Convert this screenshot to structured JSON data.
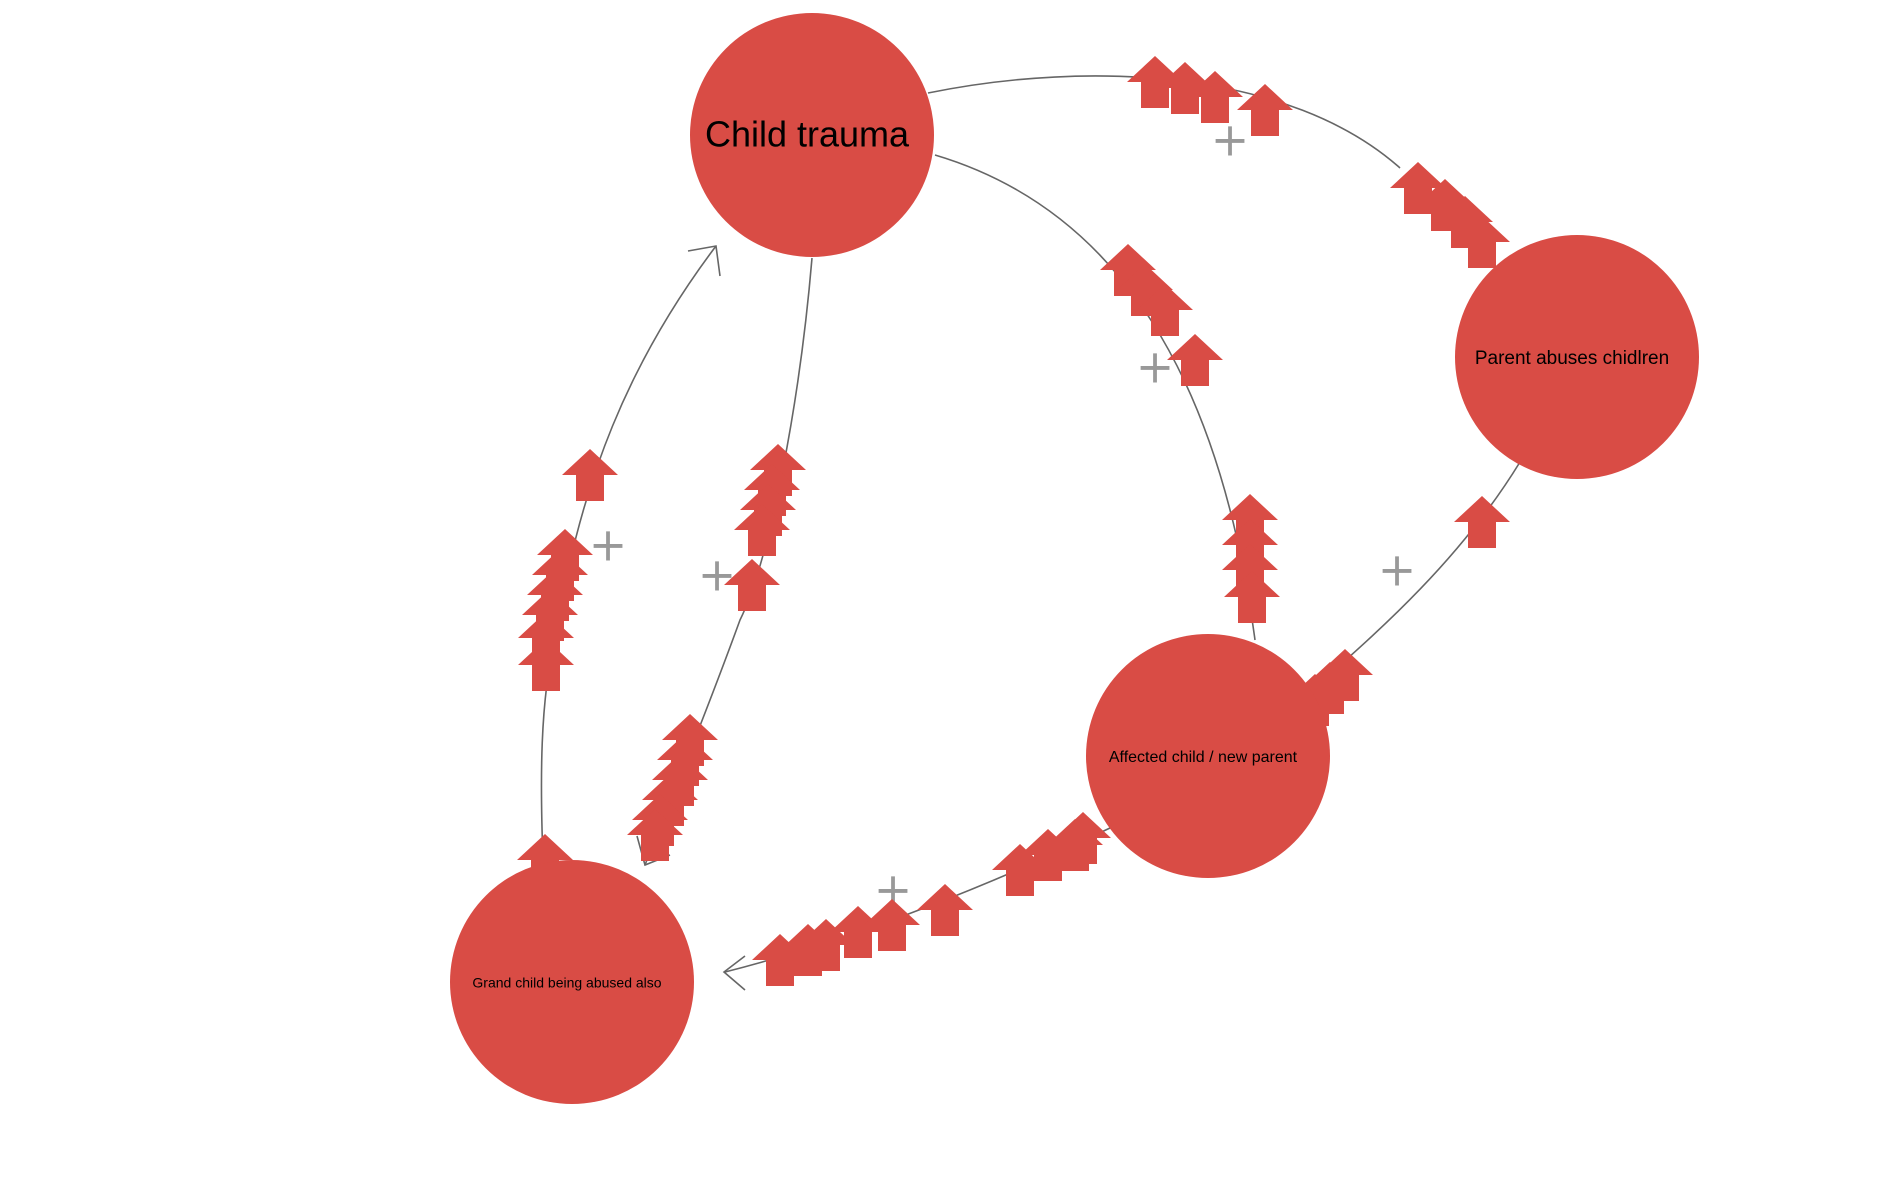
{
  "diagram": {
    "type": "causal-loop",
    "colors": {
      "node_fill": "#d94c45",
      "marker_fill": "#d94c45",
      "link_stroke": "#666666",
      "polarity_color": "#999999",
      "background": "#ffffff"
    },
    "nodes": [
      {
        "id": "child-trauma",
        "label": "Child trauma"
      },
      {
        "id": "parent-abuses",
        "label": "Parent abuses chidlren"
      },
      {
        "id": "affected-child",
        "label": "Affected child / new parent"
      },
      {
        "id": "grand-child",
        "label": "Grand child being abused also"
      }
    ],
    "links": [
      {
        "id": "link-trauma-to-parent",
        "from": "child-trauma",
        "to": "parent-abuses",
        "polarity": "+"
      },
      {
        "id": "link-trauma-to-affected",
        "from": "child-trauma",
        "to": "affected-child",
        "polarity": "+"
      },
      {
        "id": "link-parent-to-affected",
        "from": "parent-abuses",
        "to": "affected-child",
        "polarity": "+"
      },
      {
        "id": "link-affected-to-grandchild",
        "from": "affected-child",
        "to": "grand-child",
        "polarity": "+"
      },
      {
        "id": "link-trauma-to-grandchild",
        "from": "child-trauma",
        "to": "grand-child",
        "polarity": "+"
      },
      {
        "id": "link-grandchild-to-trauma",
        "from": "grand-child",
        "to": "child-trauma",
        "polarity": "+"
      }
    ],
    "marker_icon": "up-arrow-marker-icon"
  }
}
